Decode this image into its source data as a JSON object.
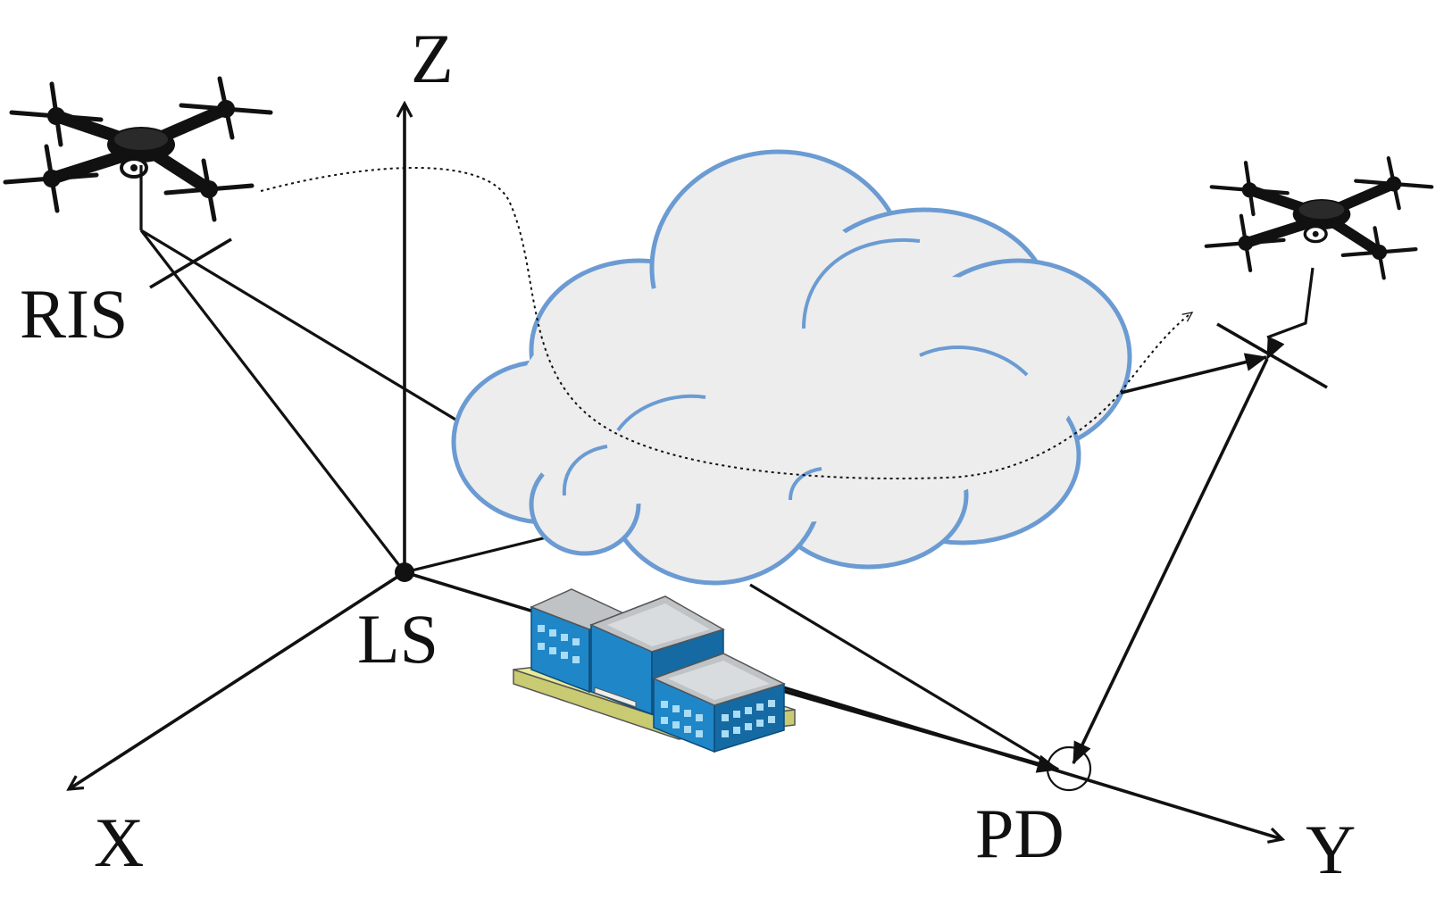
{
  "labels": {
    "z_axis": "Z",
    "x_axis": "X",
    "y_axis": "Y",
    "ris": "RIS",
    "ls": "LS",
    "pd": "PD"
  },
  "icons": {
    "uav_left": "drone-icon",
    "uav_right": "drone-icon",
    "cloud": "cloud-icon",
    "building": "building-icon",
    "ris_panel": "ris-panel-icon"
  },
  "colors": {
    "line": "#111111",
    "cloud_fill": "#ededed",
    "cloud_stroke": "#6b9bd2",
    "building_blue": "#1f86c8",
    "building_roof": "#bfc3c6",
    "building_base": "#e8ea96"
  }
}
